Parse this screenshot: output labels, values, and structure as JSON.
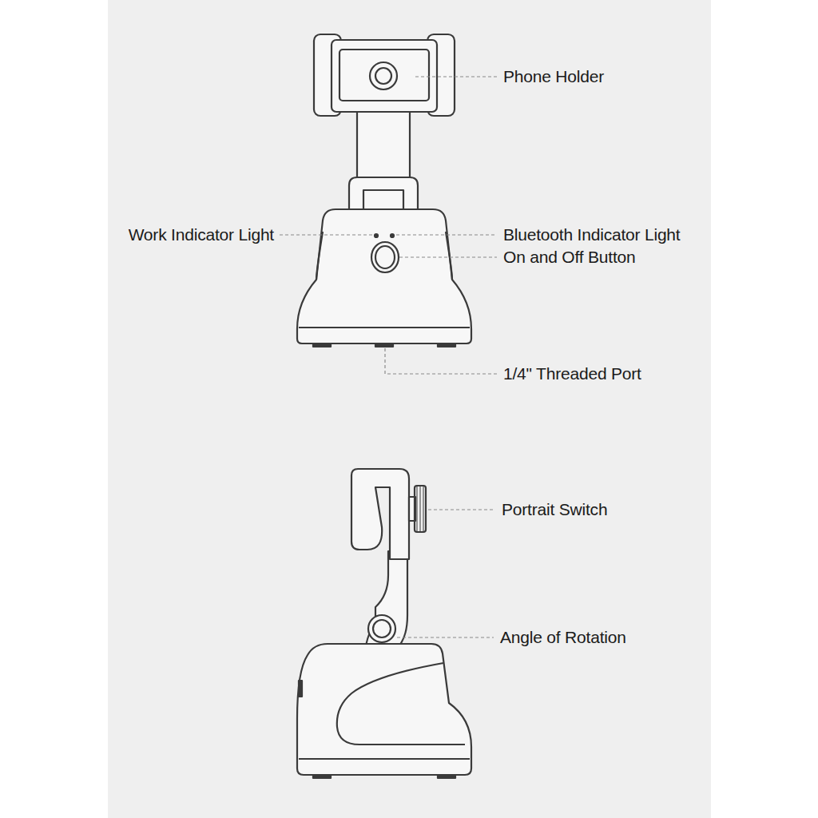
{
  "diagram": {
    "labels": [
      "Phone Holder",
      "Work Indicator Light",
      "Bluetooth Indicator Light",
      "On and Off Button",
      "1/4\" Threaded Port",
      "Portrait Switch",
      "Angle of Rotation"
    ]
  }
}
